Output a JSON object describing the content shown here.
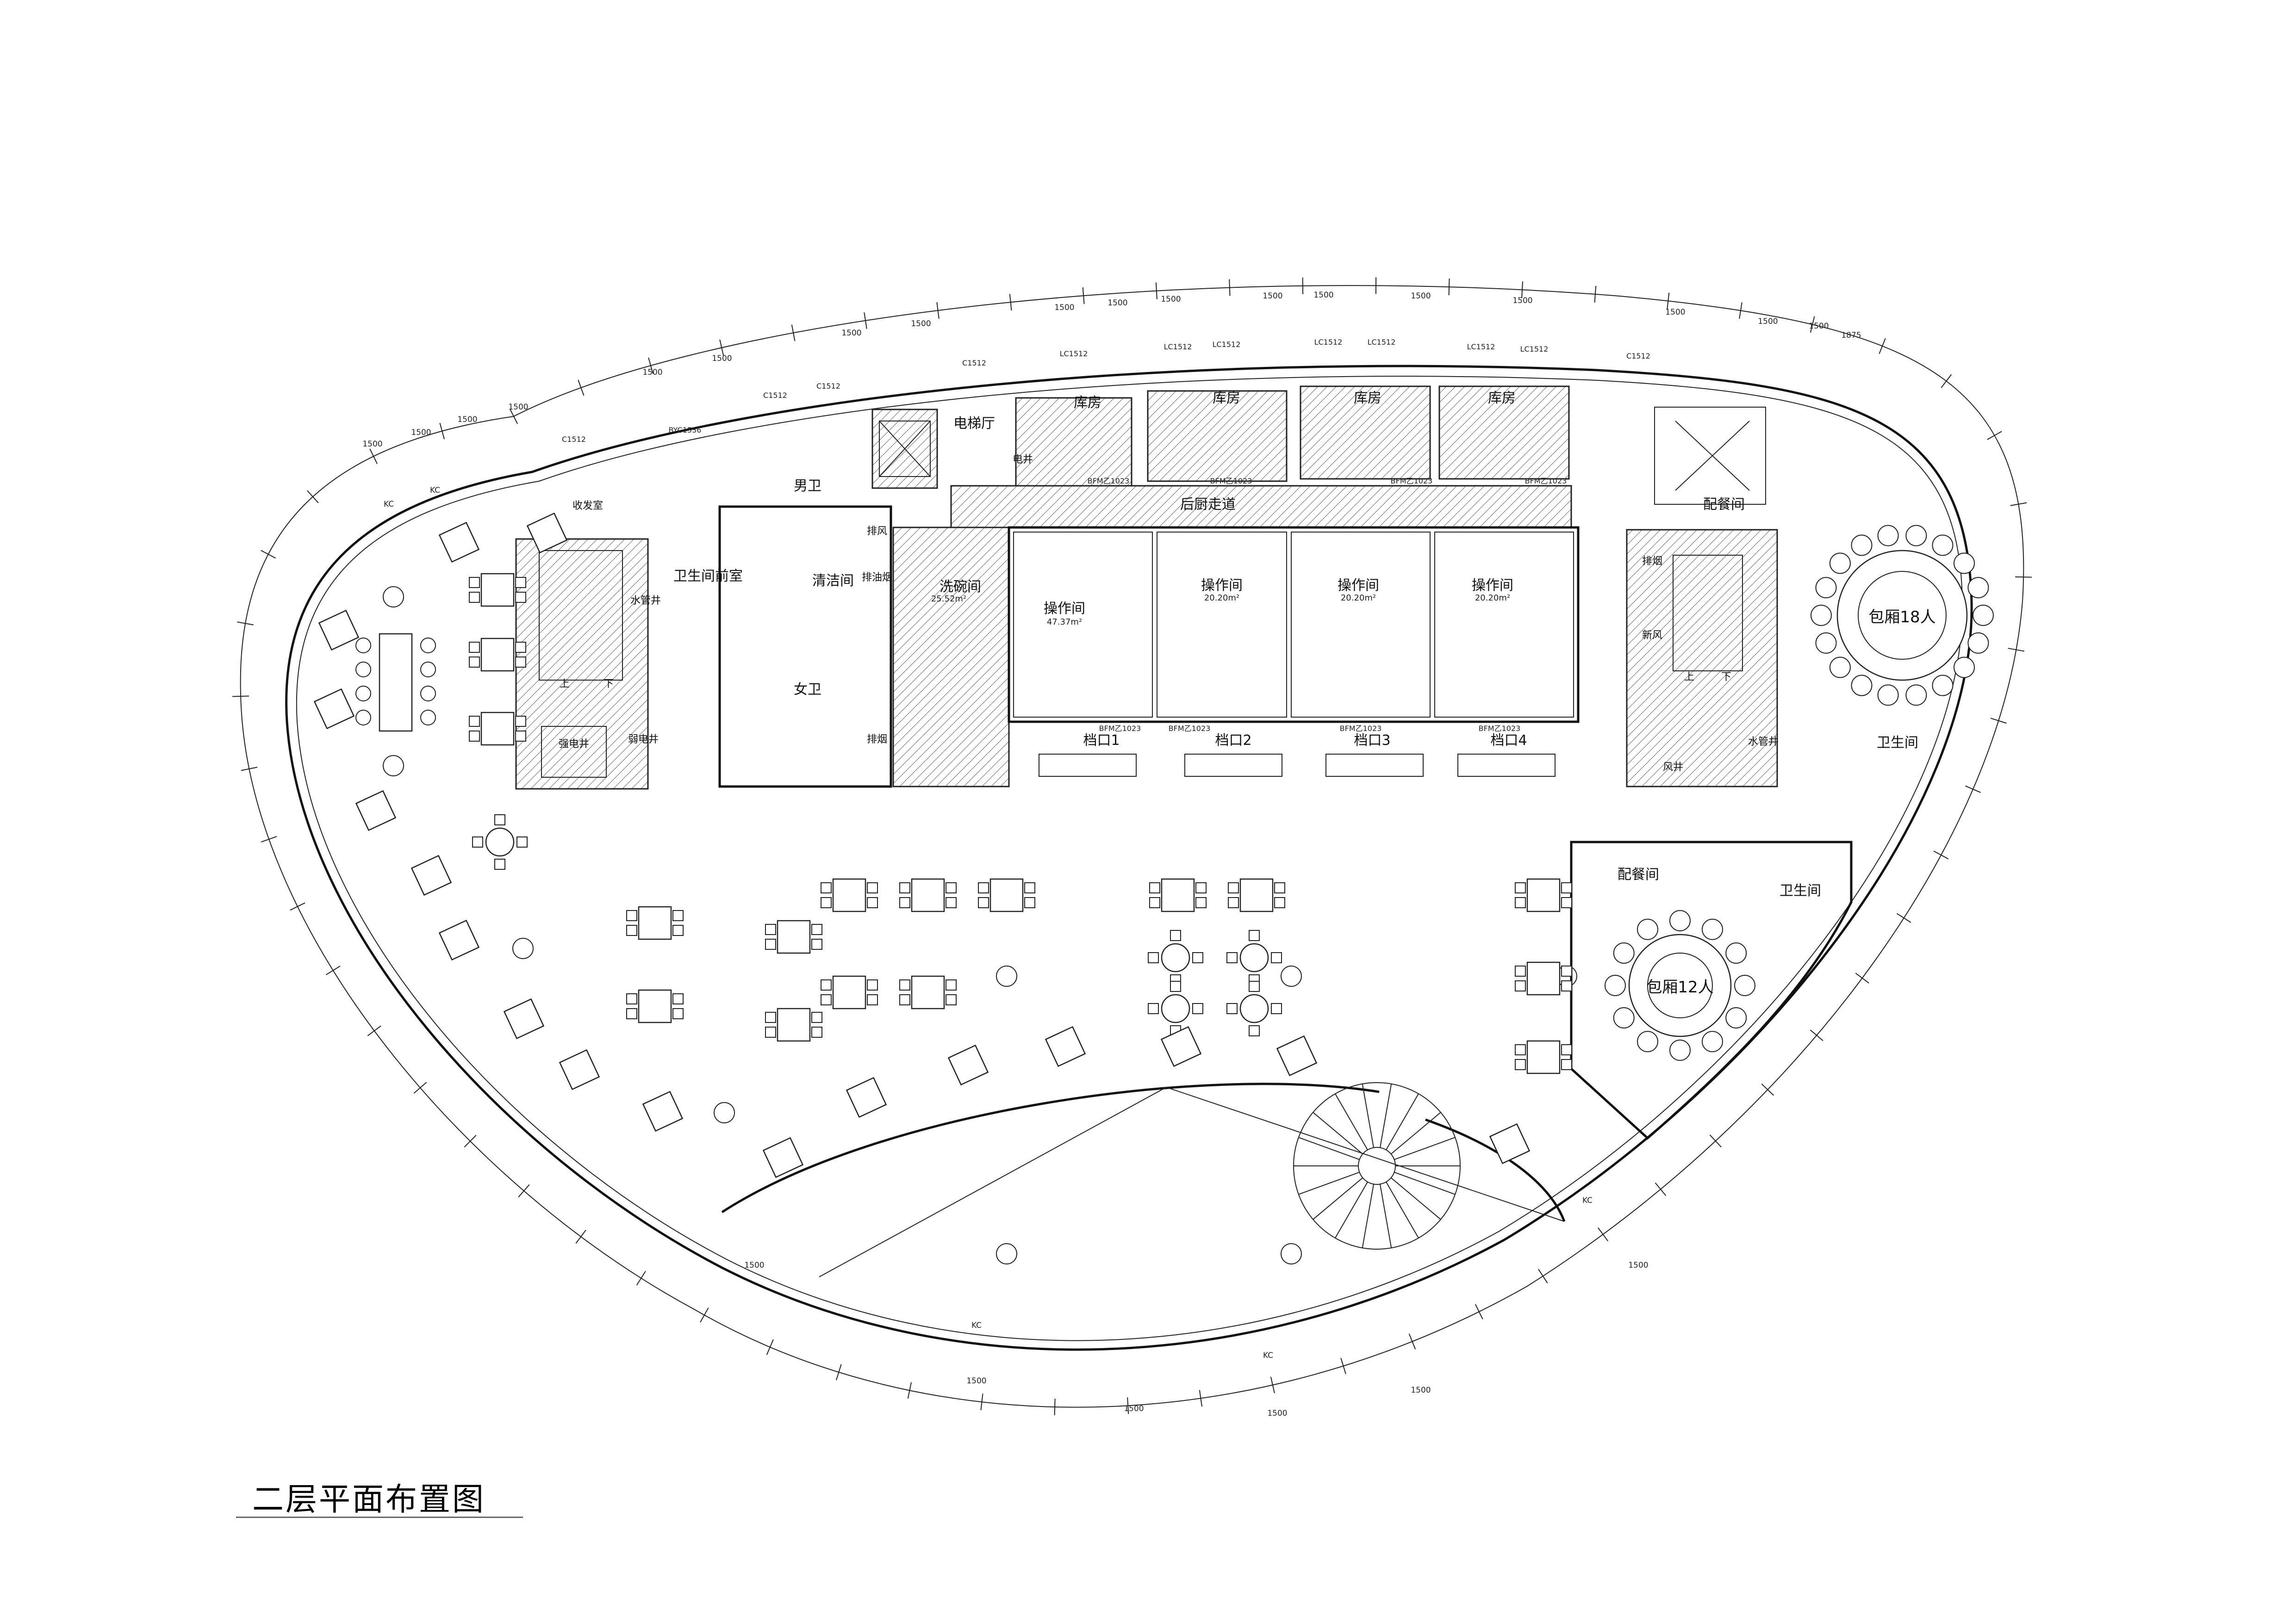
{
  "title": "二层平面布置图",
  "rooms": {
    "elevator_hall": "电梯厅",
    "electric_shaft": "电井",
    "storage_1": "库房",
    "storage_2": "库房",
    "storage_3": "库房",
    "storage_4": "库房",
    "back_corridor": "后厨走道",
    "mens_wc": "男卫",
    "womens_wc": "女卫",
    "wc_anteroom": "卫生间前室",
    "cleaning_room": "清洁间",
    "exhaust_fan": "排风",
    "grease_exhaust": "排油烟",
    "smoke_exhaust": "排烟",
    "dishwashing": "洗碗间",
    "operation_1": "操作间",
    "operation_2": "操作间",
    "operation_3": "操作间",
    "operation_4": "操作间",
    "stall_1": "档口1",
    "stall_2": "档口2",
    "stall_3": "档口3",
    "stall_4": "档口4",
    "strong_shaft": "强电井",
    "weak_shaft": "弱电井",
    "water_shaft": "水管井",
    "water_shaft_2": "水管井",
    "reception": "收发室",
    "pantry_1": "配餐间",
    "pantry_2": "配餐间",
    "private_room_18": "包厢18人",
    "private_room_12": "包厢12人",
    "toilet_1": "卫生间",
    "toilet_2": "卫生间",
    "fresh_air": "新风",
    "air_shaft": "风井",
    "smoke_exhaust_2": "排烟",
    "stair_up_1": "上",
    "stair_down_1": "下",
    "stair_up_2": "上",
    "stair_down_2": "下"
  },
  "areas": {
    "dishwashing": "25.52m²",
    "operation_1": "47.37m²",
    "operation_2": "20.20m²",
    "operation_3": "20.20m²",
    "operation_4": "20.20m²"
  },
  "windows": {
    "w1": "C1512",
    "w2": "C1512",
    "w3": "C1512",
    "w4": "C1512",
    "w5": "LC1512",
    "w6": "LC1512",
    "w7": "LC1512",
    "w8": "LC1512",
    "w9": "LC1512",
    "w10": "LC1512",
    "w11": "LC1512",
    "w12": "C1512",
    "w13": "BYC1536"
  },
  "doors": {
    "d1": "BFM乙1023",
    "d2": "BFM乙1023",
    "d3": "BFM乙1023",
    "d4": "BFM乙1023",
    "d5": "BFM乙1023",
    "d6": "BFM乙1023",
    "d7": "BFM乙1023",
    "d8": "BFM乙1023"
  },
  "dimensions": {
    "segment": "1500",
    "end_segment": "1875",
    "grid_mark": "KC"
  }
}
